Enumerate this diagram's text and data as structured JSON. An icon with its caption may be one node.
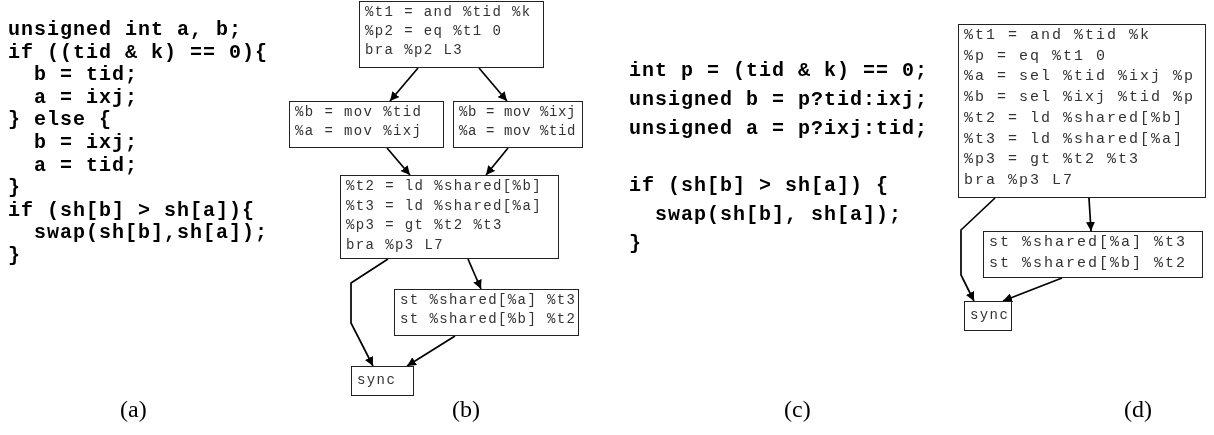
{
  "diagram": {
    "nodes": [
      {
        "text": [
          "%t1 = and %tid %k",
          "%p2 = eq %t1 0",
          "bra %p2 L3"
        ]
      },
      {
        "text": [
          "%b = mov %tid",
          "%a = mov %ixj"
        ]
      },
      {
        "text": [
          "%b = mov %ixj",
          "%a = mov %tid"
        ]
      },
      {
        "text": [
          "%t2 = ld %shared[%b]",
          "%t3 = ld %shared[%a]",
          "%p3 = gt %t2 %t3",
          "bra %p3 L7"
        ]
      },
      {
        "text": [
          "st %shared[%a] %t3",
          "st %shared[%b] %t2"
        ]
      },
      {
        "text": [
          "sync"
        ]
      },
      {
        "text": [
          "%t1 = and %tid %k",
          "%p = eq %t1 0",
          "%a = sel %tid %ixj %p",
          "%b = sel %ixj %tid %p",
          "%t2 = ld %shared[%b]",
          "%t3 = ld %shared[%a]",
          "%p3 = gt %t2 %t3",
          "bra %p3 L7"
        ]
      },
      {
        "text": [
          "st %shared[%a] %t3",
          "st %shared[%b] %t2"
        ]
      },
      {
        "text": [
          "sync"
        ]
      }
    ],
    "edges": [
      {
        "from": 0,
        "to": 1,
        "arrow": "to"
      },
      {
        "from": 0,
        "to": 2,
        "arrow": "to"
      },
      {
        "from": 1,
        "to": 3,
        "arrow": "to"
      },
      {
        "from": 2,
        "to": 3,
        "arrow": "to"
      },
      {
        "from": 3,
        "to": 5,
        "arrow": "to"
      },
      {
        "from": 3,
        "to": 4,
        "arrow": "to"
      },
      {
        "from": 4,
        "to": 5,
        "arrow": "to"
      },
      {
        "from": 6,
        "to": 7,
        "arrow": "to"
      },
      {
        "from": 6,
        "to": 8,
        "arrow": "to"
      },
      {
        "from": 7,
        "to": 8,
        "arrow": "to"
      }
    ],
    "labels": [
      "unsigned int a, b;",
      "if ((tid & k) == 0){",
      "  b = tid;",
      "  a = ixj;",
      "} else {",
      "  b = ixj;",
      "  a = tid;",
      "}",
      "if (sh[b] > sh[a]){",
      "  swap(sh[b],sh[a]);",
      "}",
      "int p = (tid & k) == 0;",
      "unsigned b = p?tid:ixj;",
      "unsigned a = p?ixj:tid;",
      "if (sh[b] > sh[a]) {",
      "  swap(sh[b], sh[a]);",
      "}",
      "(a)",
      "(b)",
      "(c)",
      "(d)"
    ]
  }
}
